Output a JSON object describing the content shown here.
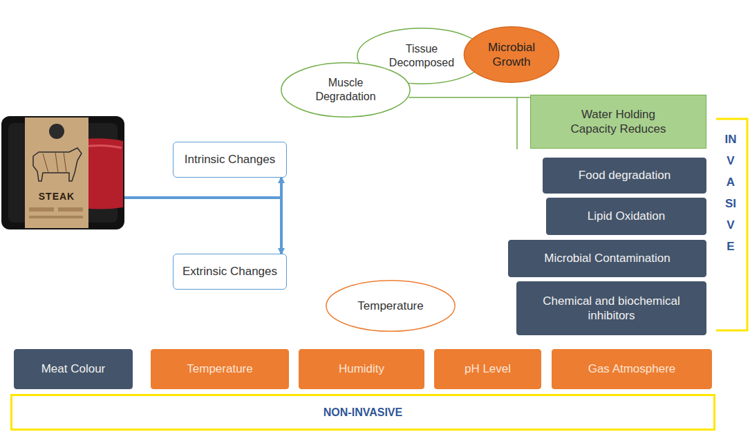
{
  "diagram": {
    "nodes": [
      {
        "text": [
          "Tissue Decomposed"
        ]
      },
      {
        "text": [
          "Microbial Growth"
        ]
      },
      {
        "text": [
          "Muscle Degradation"
        ]
      },
      {
        "text": [
          "Water Holding Capacity Reduces"
        ]
      },
      {
        "text": [
          "Intrinsic Changes"
        ]
      },
      {
        "text": [
          "Extrinsic Changes"
        ]
      },
      {
        "text": [
          "Temperature"
        ]
      },
      {
        "text": [
          "Food degradation"
        ]
      },
      {
        "text": [
          "Lipid Oxidation"
        ]
      },
      {
        "text": [
          "Microbial Contamination"
        ]
      },
      {
        "text": [
          "Chemical and biochemical inhibitors"
        ]
      },
      {
        "text": [
          "Meat Colour"
        ]
      },
      {
        "text": [
          "Temperature"
        ]
      },
      {
        "text": [
          "Humidity"
        ]
      },
      {
        "text": [
          "pH Level"
        ]
      },
      {
        "text": [
          "Gas Atmosphere"
        ]
      },
      {
        "text": [
          "NON-INVASIVE"
        ]
      }
    ],
    "edges": [
      {
        "from": 4,
        "to": 5,
        "arrow": "both"
      },
      {
        "from": 2,
        "to": 3,
        "arrow": "none"
      }
    ],
    "labels": [
      "STEAK",
      "INVASIVE"
    ]
  }
}
